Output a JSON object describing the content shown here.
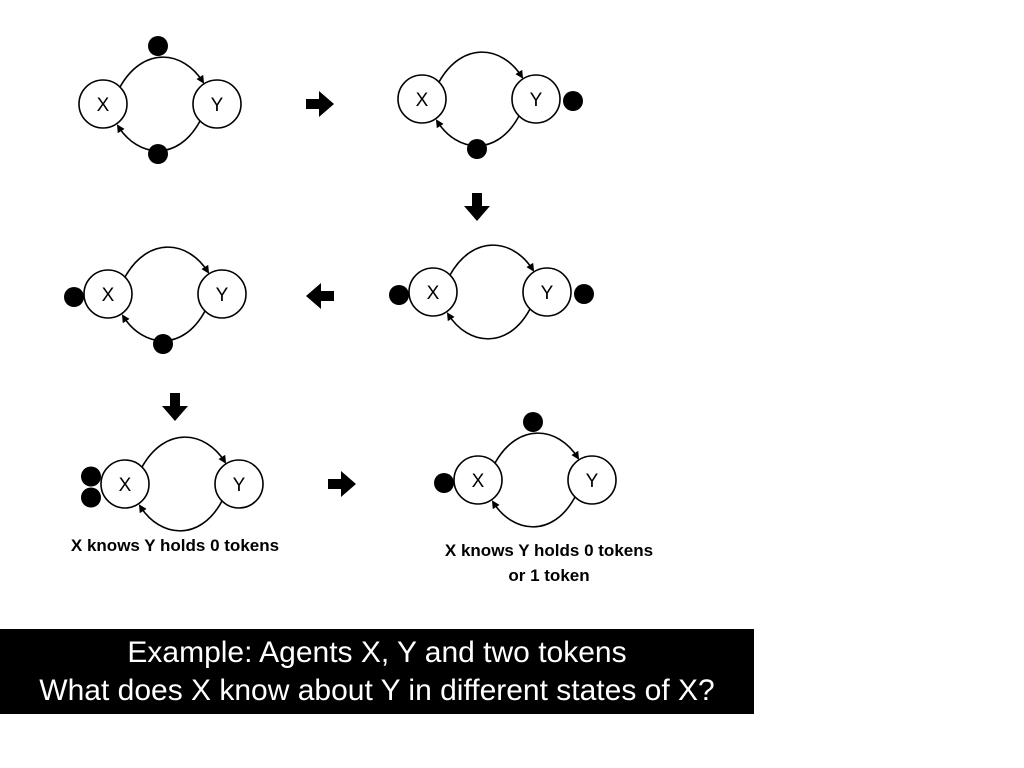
{
  "labels": {
    "x": "X",
    "y": "Y"
  },
  "states": [
    {
      "id": "state-1",
      "tokens": [
        "top-edge",
        "bottom-edge"
      ]
    },
    {
      "id": "state-2",
      "tokens": [
        "at-y",
        "bottom-edge"
      ]
    },
    {
      "id": "state-3",
      "tokens": [
        "at-x",
        "at-y"
      ]
    },
    {
      "id": "state-4",
      "tokens": [
        "at-x",
        "bottom-edge"
      ]
    },
    {
      "id": "state-5",
      "tokens": [
        "at-x",
        "at-x"
      ],
      "caption": [
        "X knows Y holds 0 tokens"
      ]
    },
    {
      "id": "state-6",
      "tokens": [
        "at-x",
        "top-edge"
      ],
      "caption": [
        "X knows Y holds 0 tokens",
        "or 1 token"
      ]
    }
  ],
  "transitions": [
    "right",
    "down",
    "left",
    "down",
    "right"
  ],
  "banner": {
    "line1": "Example: Agents X, Y and two tokens",
    "line2": "What does X know about Y in different states of X?"
  },
  "colors": {
    "ink": "#000000",
    "background": "#ffffff",
    "banner_bg": "#000000",
    "banner_text": "#ffffff"
  }
}
